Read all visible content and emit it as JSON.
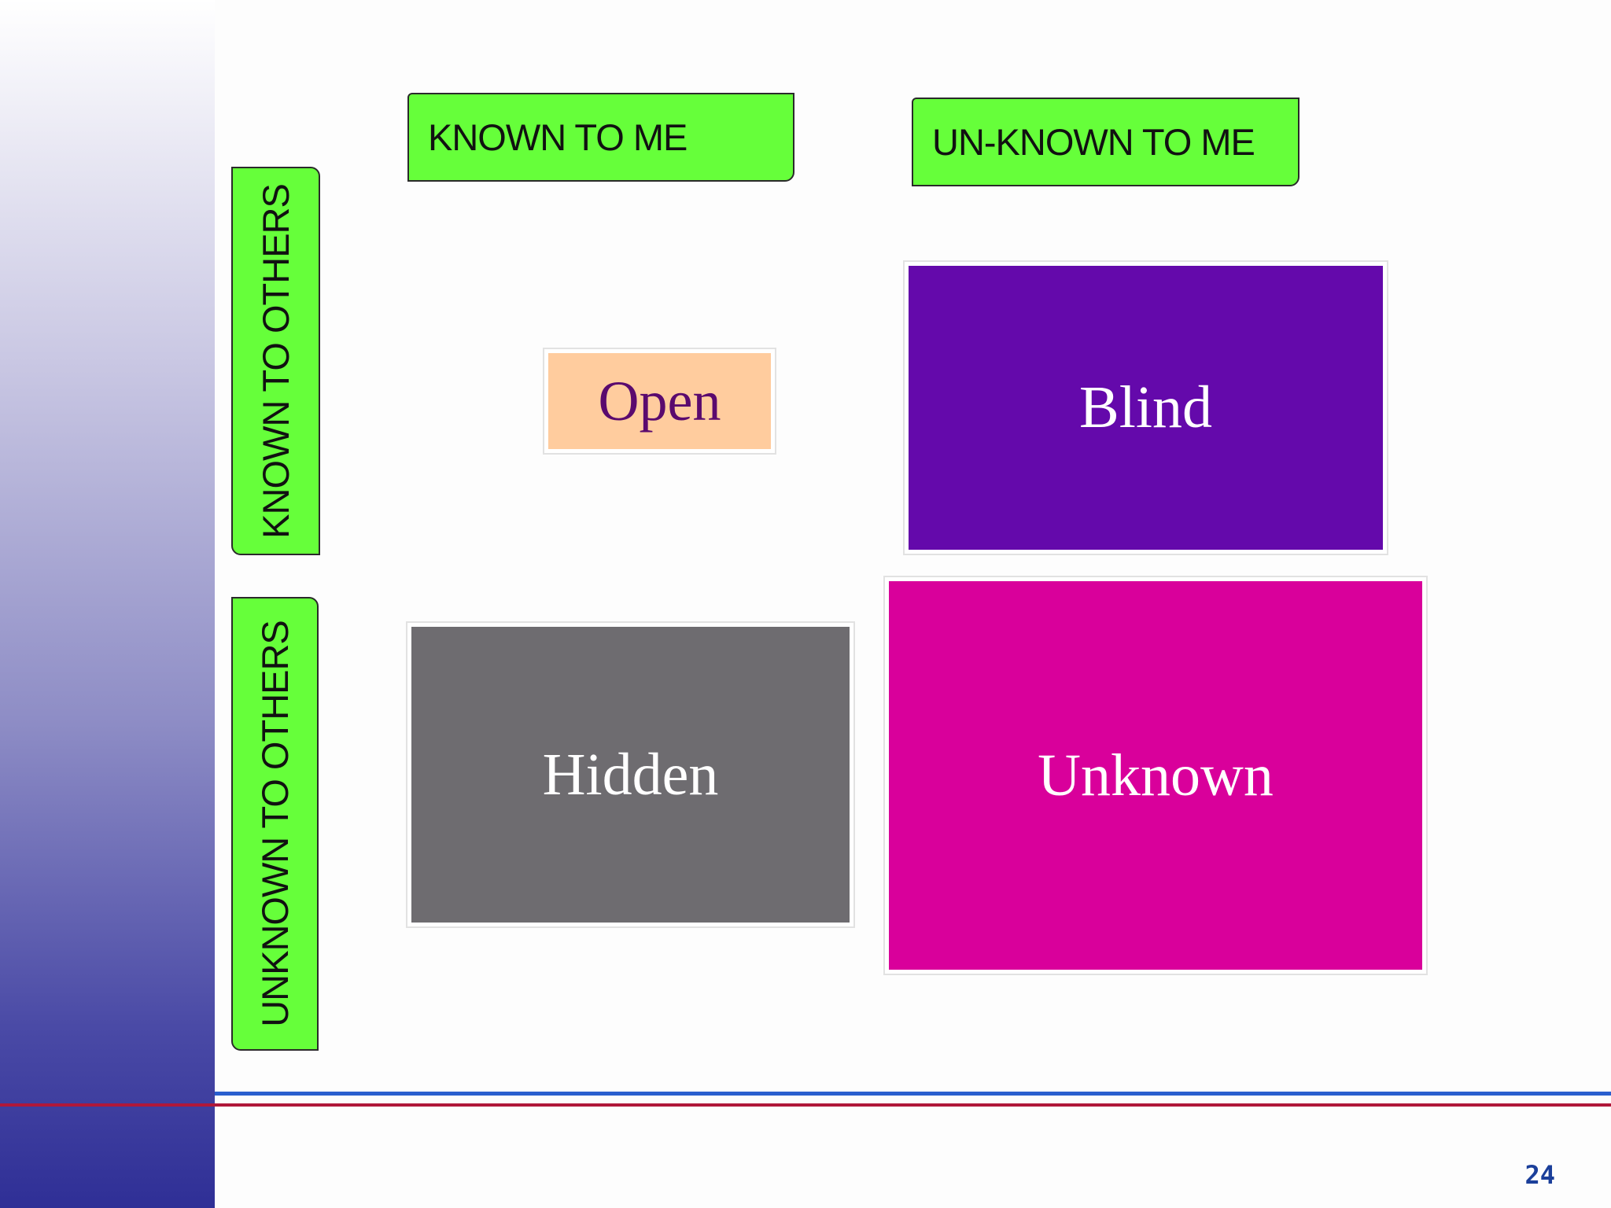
{
  "column_headers": {
    "known": "KNOWN TO ME",
    "unknown": "UN-KNOWN TO ME"
  },
  "row_headers": {
    "known": "KNOWN TO OTHERS",
    "unknown": "UNKNOWN TO OTHERS"
  },
  "quadrants": {
    "open": {
      "label": "Open",
      "fill": "#ffcc9e",
      "text_color": "#5a0a6e"
    },
    "blind": {
      "label": "Blind",
      "fill": "#6409ab",
      "text_color": "#ffffff"
    },
    "hidden": {
      "label": "Hidden",
      "fill": "#6e6c70",
      "text_color": "#ffffff"
    },
    "unknown": {
      "label": "Unknown",
      "fill": "#d9009b",
      "text_color": "#ffffff"
    }
  },
  "colors": {
    "header_fill": "#66ff3a",
    "rule_blue": "#2a5fcf",
    "rule_red": "#b0183a",
    "page_number": "#1b3f9a"
  },
  "page_number": "24"
}
